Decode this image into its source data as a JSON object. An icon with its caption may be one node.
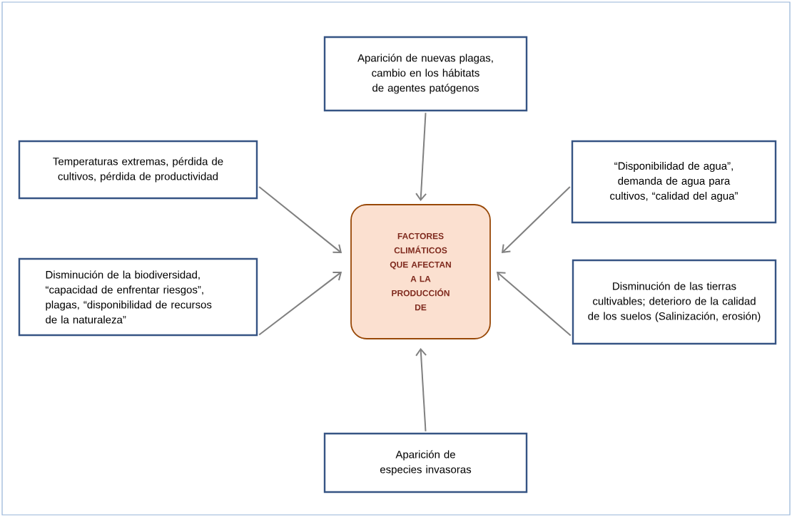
{
  "diagram": {
    "nodes": [
      {
        "text": [
          "FACTORES CLIMÁTICOS QUE AFECTAN A LA PRODUCCIÓN DE"
        ]
      },
      {
        "text": [
          "Aparición de nuevas plagas, cambio en los hábitats de agentes patógenos"
        ]
      },
      {
        "text": [
          "Temperaturas extremas, pérdida de cultivos, pérdida de productividad"
        ]
      },
      {
        "text": [
          "“Disponibilidad de agua”, demanda de agua para cultivos, “calidad del agua”"
        ]
      },
      {
        "text": [
          "Disminución de la biodiversidad, “capacidad de enfrentar riesgos”, plagas, “disponibilidad de recursos de la naturaleza”"
        ]
      },
      {
        "text": [
          "Disminución de las tierras cultivables; deterioro de la calidad de los suelos (Salinización, erosión)"
        ]
      },
      {
        "text": [
          "Aparición de especies invasoras"
        ]
      }
    ],
    "edges": [
      {
        "from": 1,
        "to": 0,
        "arrow": "to"
      },
      {
        "from": 2,
        "to": 0,
        "arrow": "to"
      },
      {
        "from": 3,
        "to": 0,
        "arrow": "to"
      },
      {
        "from": 4,
        "to": 0,
        "arrow": "to"
      },
      {
        "from": 5,
        "to": 0,
        "arrow": "to"
      },
      {
        "from": 6,
        "to": 0,
        "arrow": "to"
      }
    ]
  }
}
